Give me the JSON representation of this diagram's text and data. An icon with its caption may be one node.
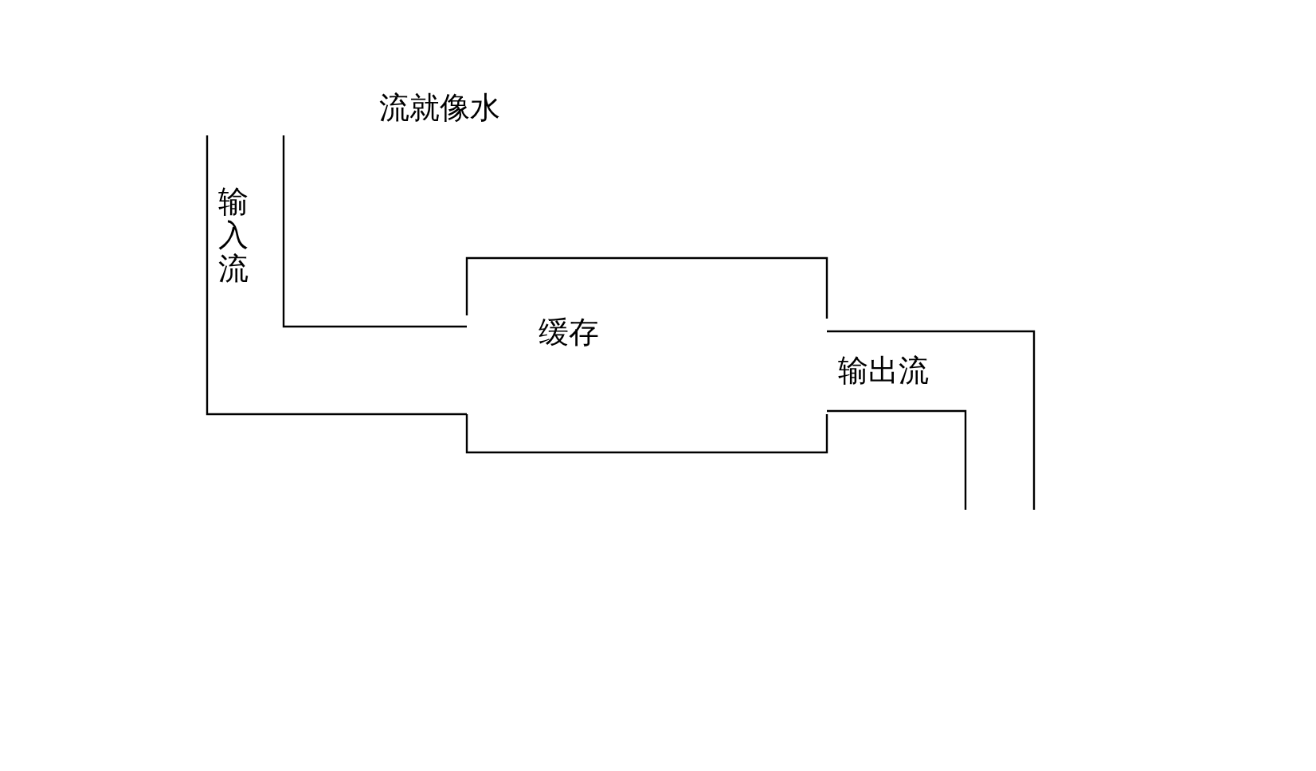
{
  "diagram": {
    "nodes": [
      {
        "text": [
          "输入流"
        ]
      },
      {
        "text": [
          "缓存"
        ]
      },
      {
        "text": [
          "输出流"
        ]
      }
    ],
    "labels": [
      "流就像水"
    ]
  }
}
